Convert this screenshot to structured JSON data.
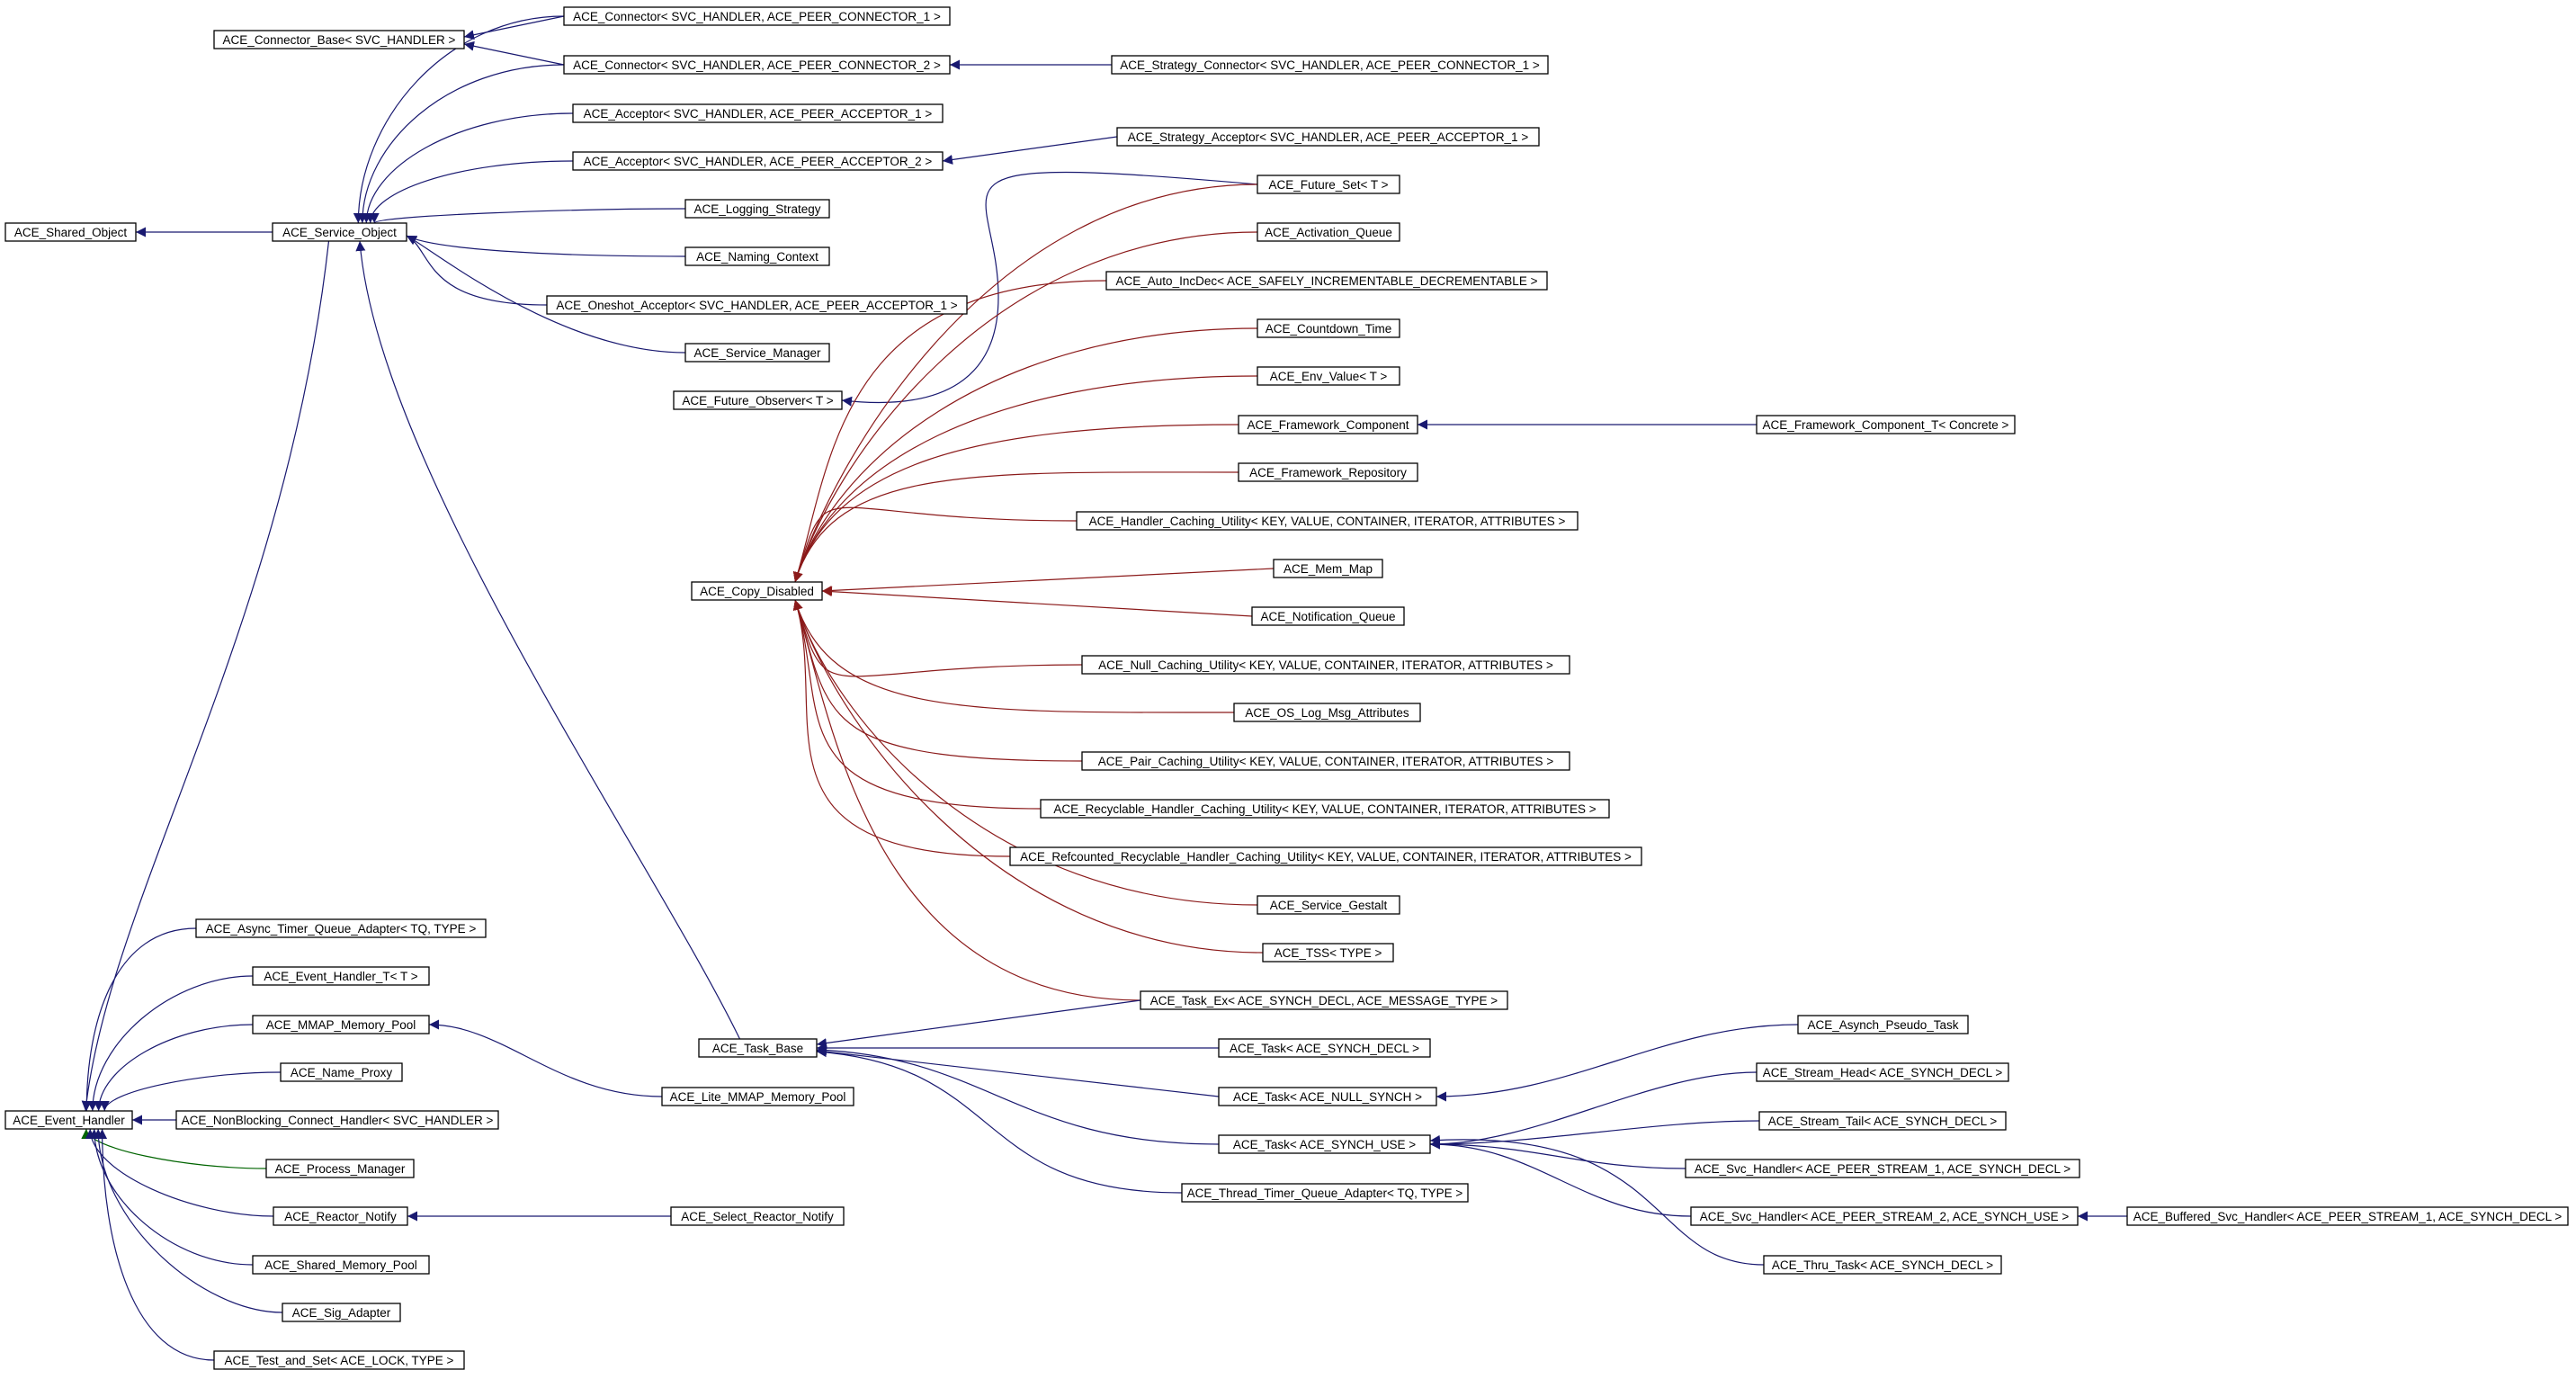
{
  "colors": {
    "inherit": "#191970",
    "private": "#8b1a1a",
    "protected": "#006400",
    "box_border": "#000000",
    "background": "#ffffff"
  },
  "nodes": [
    {
      "id": "shared_object",
      "label": "ACE_Shared_Object"
    },
    {
      "id": "connector_base",
      "label": "ACE_Connector_Base< SVC_HANDLER >"
    },
    {
      "id": "connector_1",
      "label": "ACE_Connector< SVC_HANDLER, ACE_PEER_CONNECTOR_1 >"
    },
    {
      "id": "connector_2",
      "label": "ACE_Connector< SVC_HANDLER, ACE_PEER_CONNECTOR_2 >"
    },
    {
      "id": "strategy_connector",
      "label": "ACE_Strategy_Connector< SVC_HANDLER, ACE_PEER_CONNECTOR_1 >"
    },
    {
      "id": "acceptor_1",
      "label": "ACE_Acceptor< SVC_HANDLER, ACE_PEER_ACCEPTOR_1 >"
    },
    {
      "id": "acceptor_2",
      "label": "ACE_Acceptor< SVC_HANDLER, ACE_PEER_ACCEPTOR_2 >"
    },
    {
      "id": "strategy_acceptor",
      "label": "ACE_Strategy_Acceptor< SVC_HANDLER, ACE_PEER_ACCEPTOR_1 >"
    },
    {
      "id": "service_object",
      "label": "ACE_Service_Object"
    },
    {
      "id": "logging_strategy",
      "label": "ACE_Logging_Strategy"
    },
    {
      "id": "naming_context",
      "label": "ACE_Naming_Context"
    },
    {
      "id": "oneshot_acceptor",
      "label": "ACE_Oneshot_Acceptor< SVC_HANDLER, ACE_PEER_ACCEPTOR_1 >"
    },
    {
      "id": "service_manager",
      "label": "ACE_Service_Manager"
    },
    {
      "id": "future_observer",
      "label": "ACE_Future_Observer< T >"
    },
    {
      "id": "future_set",
      "label": "ACE_Future_Set< T >"
    },
    {
      "id": "activation_queue",
      "label": "ACE_Activation_Queue"
    },
    {
      "id": "auto_incdec",
      "label": "ACE_Auto_IncDec< ACE_SAFELY_INCREMENTABLE_DECREMENTABLE >"
    },
    {
      "id": "countdown_time",
      "label": "ACE_Countdown_Time"
    },
    {
      "id": "env_value",
      "label": "ACE_Env_Value< T >"
    },
    {
      "id": "framework_component",
      "label": "ACE_Framework_Component"
    },
    {
      "id": "framework_component_t",
      "label": "ACE_Framework_Component_T< Concrete >"
    },
    {
      "id": "framework_repository",
      "label": "ACE_Framework_Repository"
    },
    {
      "id": "handler_caching",
      "label": "ACE_Handler_Caching_Utility< KEY, VALUE, CONTAINER, ITERATOR, ATTRIBUTES >"
    },
    {
      "id": "copy_disabled",
      "label": "ACE_Copy_Disabled"
    },
    {
      "id": "mem_map",
      "label": "ACE_Mem_Map"
    },
    {
      "id": "notification_queue",
      "label": "ACE_Notification_Queue"
    },
    {
      "id": "null_caching",
      "label": "ACE_Null_Caching_Utility< KEY, VALUE, CONTAINER, ITERATOR, ATTRIBUTES >"
    },
    {
      "id": "os_log_msg",
      "label": "ACE_OS_Log_Msg_Attributes"
    },
    {
      "id": "pair_caching",
      "label": "ACE_Pair_Caching_Utility< KEY, VALUE, CONTAINER, ITERATOR, ATTRIBUTES >"
    },
    {
      "id": "recyclable_caching",
      "label": "ACE_Recyclable_Handler_Caching_Utility< KEY, VALUE, CONTAINER, ITERATOR, ATTRIBUTES >"
    },
    {
      "id": "refcounted_caching",
      "label": "ACE_Refcounted_Recyclable_Handler_Caching_Utility< KEY, VALUE, CONTAINER, ITERATOR, ATTRIBUTES >"
    },
    {
      "id": "service_gestalt",
      "label": "ACE_Service_Gestalt"
    },
    {
      "id": "tss",
      "label": "ACE_TSS< TYPE >"
    },
    {
      "id": "task_ex",
      "label": "ACE_Task_Ex< ACE_SYNCH_DECL, ACE_MESSAGE_TYPE >"
    },
    {
      "id": "task_base",
      "label": "ACE_Task_Base"
    },
    {
      "id": "task_synch_decl",
      "label": "ACE_Task< ACE_SYNCH_DECL >"
    },
    {
      "id": "task_null_synch",
      "label": "ACE_Task< ACE_NULL_SYNCH >"
    },
    {
      "id": "task_synch_use",
      "label": "ACE_Task< ACE_SYNCH_USE >"
    },
    {
      "id": "thread_timer_queue",
      "label": "ACE_Thread_Timer_Queue_Adapter< TQ, TYPE >"
    },
    {
      "id": "asynch_pseudo_task",
      "label": "ACE_Asynch_Pseudo_Task"
    },
    {
      "id": "stream_head",
      "label": "ACE_Stream_Head< ACE_SYNCH_DECL >"
    },
    {
      "id": "stream_tail",
      "label": "ACE_Stream_Tail< ACE_SYNCH_DECL >"
    },
    {
      "id": "svc_handler_1",
      "label": "ACE_Svc_Handler< ACE_PEER_STREAM_1, ACE_SYNCH_DECL >"
    },
    {
      "id": "svc_handler_2",
      "label": "ACE_Svc_Handler< ACE_PEER_STREAM_2, ACE_SYNCH_USE >"
    },
    {
      "id": "buffered_svc_handler",
      "label": "ACE_Buffered_Svc_Handler< ACE_PEER_STREAM_1, ACE_SYNCH_DECL >"
    },
    {
      "id": "thru_task",
      "label": "ACE_Thru_Task< ACE_SYNCH_DECL >"
    },
    {
      "id": "event_handler",
      "label": "ACE_Event_Handler"
    },
    {
      "id": "async_timer_queue",
      "label": "ACE_Async_Timer_Queue_Adapter< TQ, TYPE >"
    },
    {
      "id": "event_handler_t",
      "label": "ACE_Event_Handler_T< T >"
    },
    {
      "id": "mmap_memory_pool",
      "label": "ACE_MMAP_Memory_Pool"
    },
    {
      "id": "lite_mmap",
      "label": "ACE_Lite_MMAP_Memory_Pool"
    },
    {
      "id": "name_proxy",
      "label": "ACE_Name_Proxy"
    },
    {
      "id": "nonblocking_connect",
      "label": "ACE_NonBlocking_Connect_Handler< SVC_HANDLER >"
    },
    {
      "id": "process_manager",
      "label": "ACE_Process_Manager"
    },
    {
      "id": "reactor_notify",
      "label": "ACE_Reactor_Notify"
    },
    {
      "id": "select_reactor_notify",
      "label": "ACE_Select_Reactor_Notify"
    },
    {
      "id": "shared_memory_pool",
      "label": "ACE_Shared_Memory_Pool"
    },
    {
      "id": "sig_adapter",
      "label": "ACE_Sig_Adapter"
    },
    {
      "id": "test_and_set",
      "label": "ACE_Test_and_Set< ACE_LOCK, TYPE >"
    }
  ],
  "edges": [
    {
      "from": "service_object",
      "to": "shared_object",
      "kind": "inherit"
    },
    {
      "from": "connector_1",
      "to": "connector_base",
      "kind": "inherit"
    },
    {
      "from": "connector_2",
      "to": "connector_base",
      "kind": "inherit"
    },
    {
      "from": "strategy_connector",
      "to": "connector_2",
      "kind": "inherit"
    },
    {
      "from": "strategy_acceptor",
      "to": "acceptor_2",
      "kind": "inherit"
    },
    {
      "from": "connector_1",
      "to": "service_object",
      "kind": "inherit"
    },
    {
      "from": "connector_2",
      "to": "service_object",
      "kind": "inherit"
    },
    {
      "from": "acceptor_1",
      "to": "service_object",
      "kind": "inherit"
    },
    {
      "from": "acceptor_2",
      "to": "service_object",
      "kind": "inherit"
    },
    {
      "from": "logging_strategy",
      "to": "service_object",
      "kind": "inherit"
    },
    {
      "from": "naming_context",
      "to": "service_object",
      "kind": "inherit"
    },
    {
      "from": "oneshot_acceptor",
      "to": "service_object",
      "kind": "inherit"
    },
    {
      "from": "service_manager",
      "to": "service_object",
      "kind": "inherit"
    },
    {
      "from": "task_base",
      "to": "service_object",
      "kind": "inherit"
    },
    {
      "from": "service_object",
      "to": "event_handler",
      "kind": "inherit"
    },
    {
      "from": "future_set",
      "to": "future_observer",
      "kind": "inherit"
    },
    {
      "from": "framework_component_t",
      "to": "framework_component",
      "kind": "inherit"
    },
    {
      "from": "future_set",
      "to": "copy_disabled",
      "kind": "private"
    },
    {
      "from": "activation_queue",
      "to": "copy_disabled",
      "kind": "private"
    },
    {
      "from": "auto_incdec",
      "to": "copy_disabled",
      "kind": "private"
    },
    {
      "from": "countdown_time",
      "to": "copy_disabled",
      "kind": "private"
    },
    {
      "from": "env_value",
      "to": "copy_disabled",
      "kind": "private"
    },
    {
      "from": "framework_component",
      "to": "copy_disabled",
      "kind": "private"
    },
    {
      "from": "framework_repository",
      "to": "copy_disabled",
      "kind": "private"
    },
    {
      "from": "handler_caching",
      "to": "copy_disabled",
      "kind": "private"
    },
    {
      "from": "mem_map",
      "to": "copy_disabled",
      "kind": "private"
    },
    {
      "from": "notification_queue",
      "to": "copy_disabled",
      "kind": "private"
    },
    {
      "from": "null_caching",
      "to": "copy_disabled",
      "kind": "private"
    },
    {
      "from": "os_log_msg",
      "to": "copy_disabled",
      "kind": "private"
    },
    {
      "from": "pair_caching",
      "to": "copy_disabled",
      "kind": "private"
    },
    {
      "from": "recyclable_caching",
      "to": "copy_disabled",
      "kind": "private"
    },
    {
      "from": "refcounted_caching",
      "to": "copy_disabled",
      "kind": "private"
    },
    {
      "from": "service_gestalt",
      "to": "copy_disabled",
      "kind": "private"
    },
    {
      "from": "tss",
      "to": "copy_disabled",
      "kind": "private"
    },
    {
      "from": "task_ex",
      "to": "copy_disabled",
      "kind": "private"
    },
    {
      "from": "task_ex",
      "to": "task_base",
      "kind": "inherit"
    },
    {
      "from": "task_synch_decl",
      "to": "task_base",
      "kind": "inherit"
    },
    {
      "from": "task_null_synch",
      "to": "task_base",
      "kind": "inherit"
    },
    {
      "from": "task_synch_use",
      "to": "task_base",
      "kind": "inherit"
    },
    {
      "from": "thread_timer_queue",
      "to": "task_base",
      "kind": "inherit"
    },
    {
      "from": "asynch_pseudo_task",
      "to": "task_null_synch",
      "kind": "inherit"
    },
    {
      "from": "stream_head",
      "to": "task_synch_use",
      "kind": "inherit"
    },
    {
      "from": "stream_tail",
      "to": "task_synch_use",
      "kind": "inherit"
    },
    {
      "from": "svc_handler_1",
      "to": "task_synch_use",
      "kind": "inherit"
    },
    {
      "from": "svc_handler_2",
      "to": "task_synch_use",
      "kind": "inherit"
    },
    {
      "from": "thru_task",
      "to": "task_synch_use",
      "kind": "inherit"
    },
    {
      "from": "buffered_svc_handler",
      "to": "svc_handler_2",
      "kind": "inherit"
    },
    {
      "from": "async_timer_queue",
      "to": "event_handler",
      "kind": "inherit"
    },
    {
      "from": "event_handler_t",
      "to": "event_handler",
      "kind": "inherit"
    },
    {
      "from": "mmap_memory_pool",
      "to": "event_handler",
      "kind": "inherit"
    },
    {
      "from": "lite_mmap",
      "to": "mmap_memory_pool",
      "kind": "inherit"
    },
    {
      "from": "name_proxy",
      "to": "event_handler",
      "kind": "inherit"
    },
    {
      "from": "nonblocking_connect",
      "to": "event_handler",
      "kind": "inherit"
    },
    {
      "from": "process_manager",
      "to": "event_handler",
      "kind": "protected"
    },
    {
      "from": "reactor_notify",
      "to": "event_handler",
      "kind": "inherit"
    },
    {
      "from": "select_reactor_notify",
      "to": "reactor_notify",
      "kind": "inherit"
    },
    {
      "from": "shared_memory_pool",
      "to": "event_handler",
      "kind": "inherit"
    },
    {
      "from": "sig_adapter",
      "to": "event_handler",
      "kind": "inherit"
    },
    {
      "from": "test_and_set",
      "to": "event_handler",
      "kind": "inherit"
    }
  ]
}
